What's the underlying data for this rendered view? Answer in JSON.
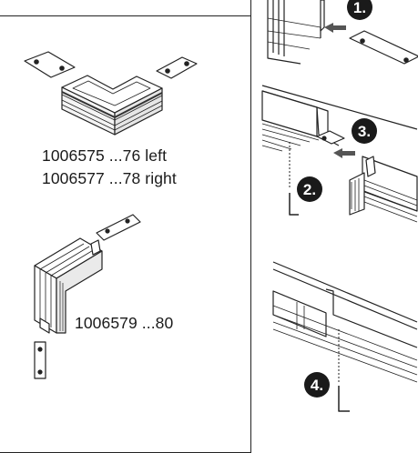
{
  "products": {
    "corner_left": "1006575 ...76 left",
    "corner_right": "1006577 ...78 right",
    "vertical_corner": "1006579 ...80"
  },
  "steps": {
    "s1": "1.",
    "s2": "2.",
    "s3": "3.",
    "s4": "4."
  }
}
